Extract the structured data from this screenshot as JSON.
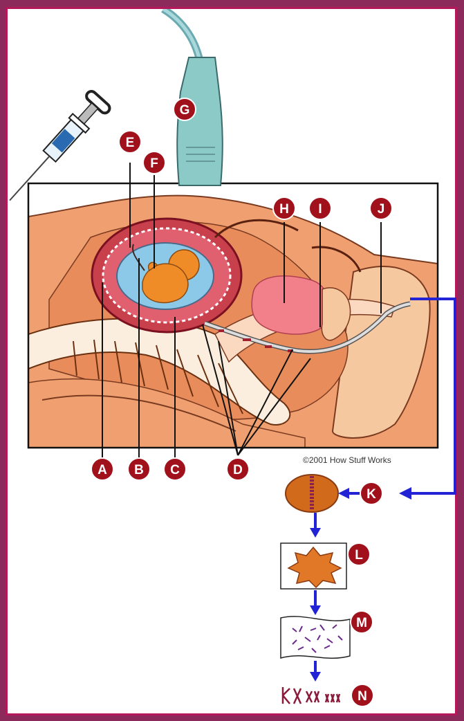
{
  "copyright": "©2001 How Stuff Works",
  "labels": {
    "A": "A",
    "B": "B",
    "C": "C",
    "D": "D",
    "E": "E",
    "F": "F",
    "G": "G",
    "H": "H",
    "I": "I",
    "J": "J",
    "K": "K",
    "L": "L",
    "M": "M",
    "N": "N"
  },
  "colors": {
    "frame_bg": "#8c2a5c",
    "border": "#b3185a",
    "label_badge": "#a0111c",
    "arrow": "#2323d6",
    "skin": "#f0a070",
    "uterus": "#c8404c",
    "amniotic_fluid": "#8cc8e8",
    "fetus": "#f08c28",
    "probe": "#8ccac8"
  }
}
